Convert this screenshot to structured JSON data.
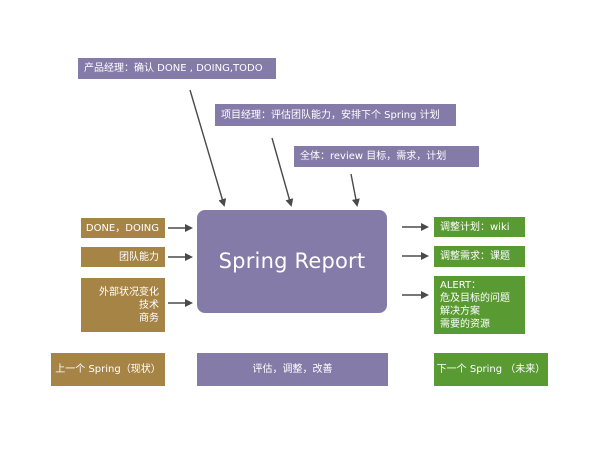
{
  "roles": {
    "product_manager": "产品经理：确认 DONE , DOING,TODO",
    "project_manager": "项目经理：评估团队能力，安排下个 Spring 计划",
    "all_members": "全体：review 目标，需求，计划"
  },
  "inputs": {
    "status": "DONE，DOING",
    "team_capacity": "团队能力",
    "external_lines": [
      "外部状况变化",
      "技术",
      "商务"
    ]
  },
  "center": {
    "title": "Spring Report"
  },
  "outputs": {
    "adjust_plan": "调整计划：wiki",
    "adjust_requirements": "调整需求：课题",
    "alert_lines": [
      "ALERT：",
      "危及目标的问题",
      "解决方案",
      "需要的资源"
    ]
  },
  "bottom": {
    "previous": "上一个 Spring（现状）",
    "process": "评估，调整，改善",
    "next": "下一个 Spring （未来）"
  },
  "colors": {
    "purple": "#857ba8",
    "brown": "#a68446",
    "green": "#5a9a32",
    "arrow": "#4a4a4a"
  }
}
